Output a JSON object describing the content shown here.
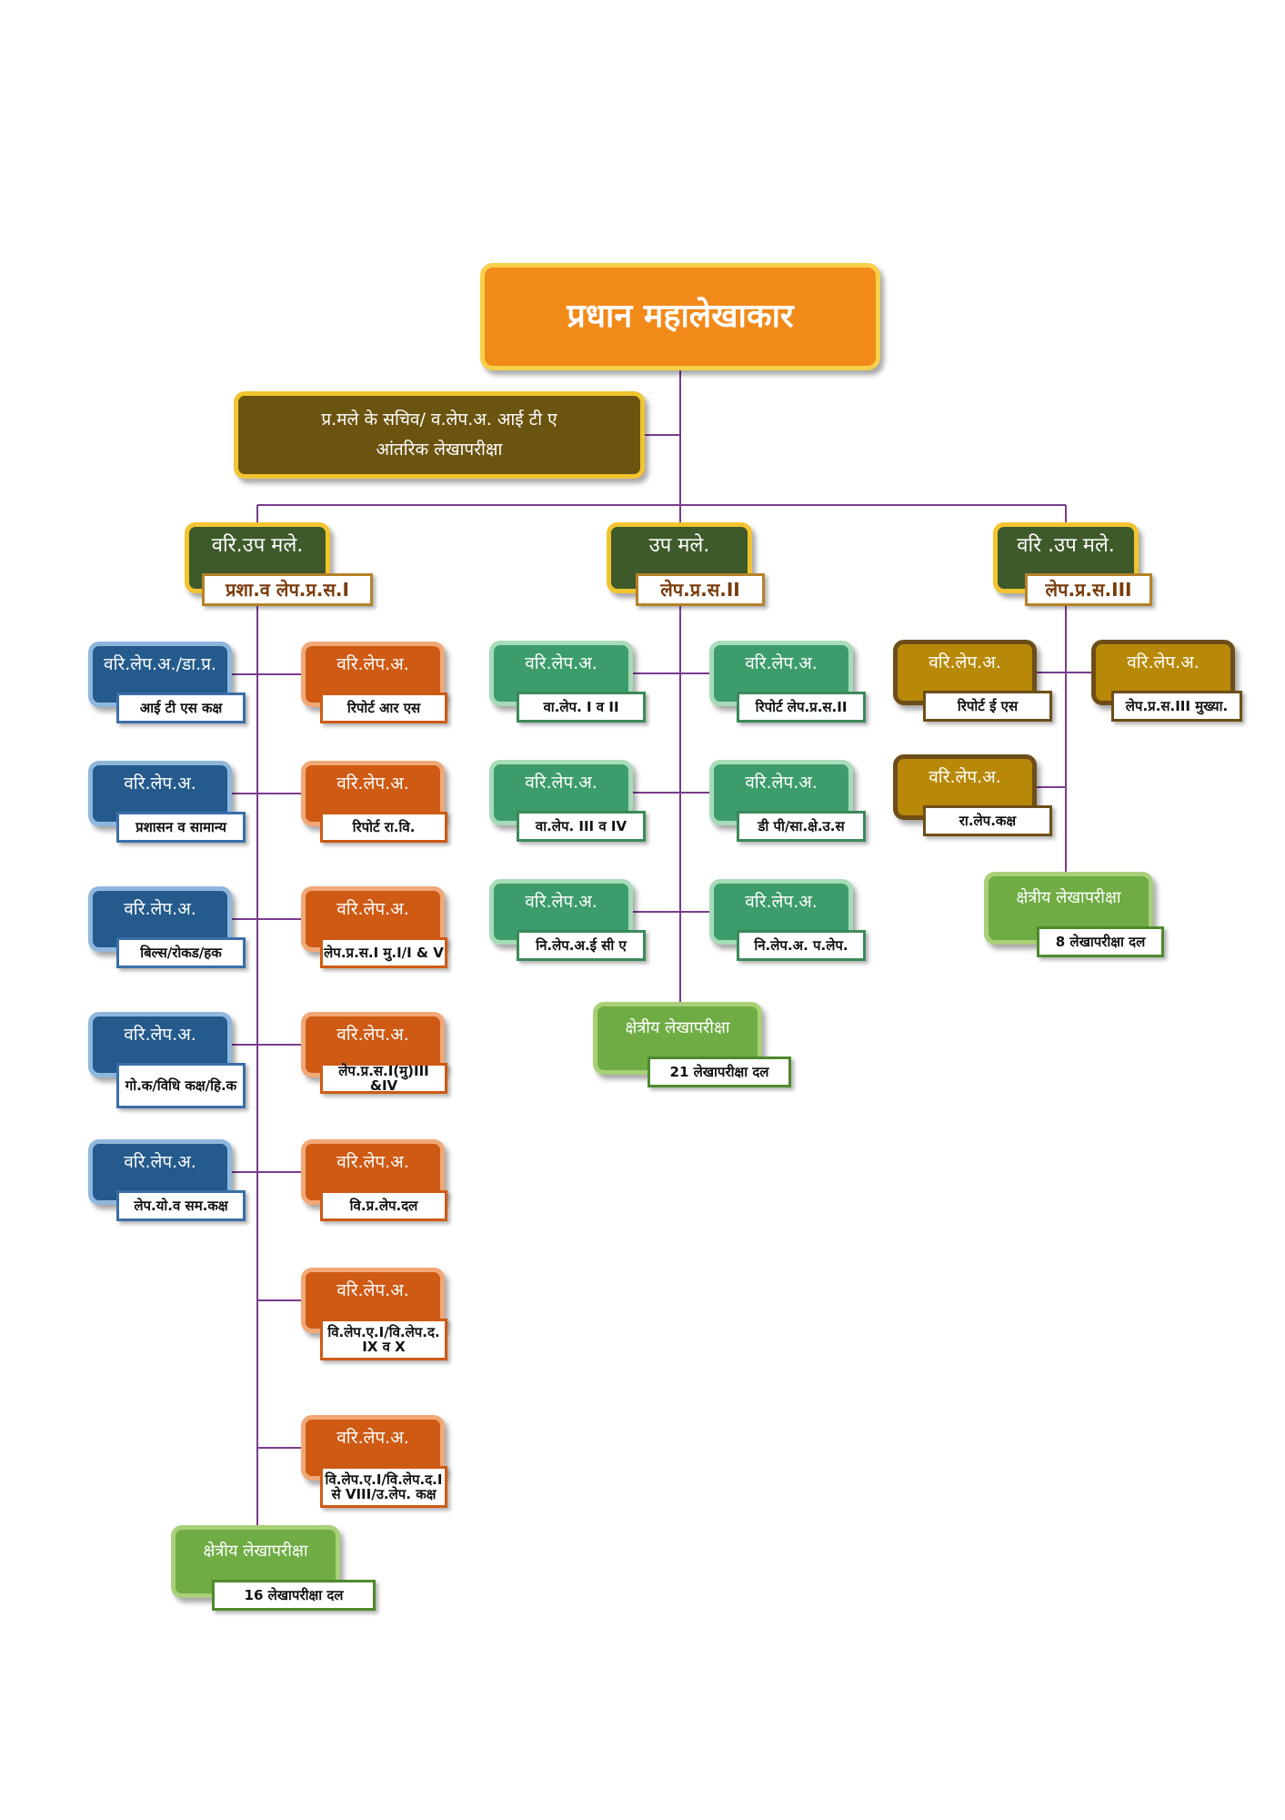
{
  "top": {
    "title": "प्रधान महालेखाकार"
  },
  "secretary": {
    "line1": "प्र.मले के सचिव/ व.लेप.अ. आई टी ए",
    "line2": "आंतरिक लेखापरीक्षा"
  },
  "heads": [
    {
      "title": "वरि.उप मले.",
      "tag": "प्रशा.व लेप.प्र.स.I"
    },
    {
      "title": "उप मले.",
      "tag": "लेप.प्र.स.II"
    },
    {
      "title": "वरि .उप मले.",
      "tag": "लेप.प्र.स.III"
    }
  ],
  "left_blue": [
    {
      "title": "वरि.लेप.अ./डा.प्र.",
      "tag": "आई टी एस कक्ष"
    },
    {
      "title": "वरि.लेप.अ.",
      "tag": "प्रशासन व सामान्य"
    },
    {
      "title": "वरि.लेप.अ.",
      "tag": "बिल्स/रोकड/हक"
    },
    {
      "title": "वरि.लेप.अ.",
      "tag": "गो.क/विधि कक्ष/हि.क"
    },
    {
      "title": "वरि.लेप.अ.",
      "tag": "लेप.यो.व सम.कक्ष"
    }
  ],
  "left_orange": [
    {
      "title": "वरि.लेप.अ.",
      "tag": "रिपोर्ट आर एस"
    },
    {
      "title": "वरि.लेप.अ.",
      "tag": "रिपोर्ट रा.वि."
    },
    {
      "title": "वरि.लेप.अ.",
      "tag": "लेप.प्र.स.I मु.I/I & V"
    },
    {
      "title": "वरि.लेप.अ.",
      "tag": "लेप.प्र.स.I(मु)III &IV"
    },
    {
      "title": "वरि.लेप.अ.",
      "tag": "वि.प्र.लेप.दल"
    },
    {
      "title": "वरि.लेप.अ.",
      "tag": "वि.लेप.ए.I/वि.लेप.द. IX व X"
    },
    {
      "title": "वरि.लेप.अ.",
      "tag": "वि.लेप.ए.I/वि.लेप.द.I से VIII/उ.लेप. कक्ष"
    }
  ],
  "left_field": {
    "title": "क्षेत्रीय लेखापरीक्षा",
    "tag": "16 लेखापरीक्षा दल"
  },
  "mid_left": [
    {
      "title": "वरि.लेप.अ.",
      "tag": "वा.लेप. I व II"
    },
    {
      "title": "वरि.लेप.अ.",
      "tag": "वा.लेप. III व IV"
    },
    {
      "title": "वरि.लेप.अ.",
      "tag": "नि.लेप.अ.ई सी ए"
    }
  ],
  "mid_right": [
    {
      "title": "वरि.लेप.अ.",
      "tag": "रिपोर्ट लेप.प्र.स.II"
    },
    {
      "title": "वरि.लेप.अ.",
      "tag": "डी पी/सा.क्षे.उ.स"
    },
    {
      "title": "वरि.लेप.अ.",
      "tag": "नि.लेप.अ. प.लेप."
    }
  ],
  "mid_field": {
    "title": "क्षेत्रीय लेखापरीक्षा",
    "tag": "21 लेखापरीक्षा दल"
  },
  "right_nodes": [
    {
      "title": "वरि.लेप.अ.",
      "tag": "रिपोर्ट ई एस"
    },
    {
      "title": "वरि.लेप.अ.",
      "tag": "लेप.प्र.स.III मुख्या."
    },
    {
      "title": "वरि.लेप.अ.",
      "tag": "रा.लेप.कक्ष"
    }
  ],
  "right_field": {
    "title": "क्षेत्रीय लेखापरीक्षा",
    "tag": "8 लेखापरीक्षा दल"
  },
  "colors": {
    "connector": "#7a3c8e",
    "top_fill": "#f28a1a",
    "secretary_fill": "#6b5410",
    "head_fill": "#3e5a2a",
    "blue_fill": "#245a8c",
    "orange_fill": "#cf5a14",
    "green_fill": "#3c9c6c",
    "gold_fill": "#b88908",
    "field_fill": "#6fac44"
  }
}
